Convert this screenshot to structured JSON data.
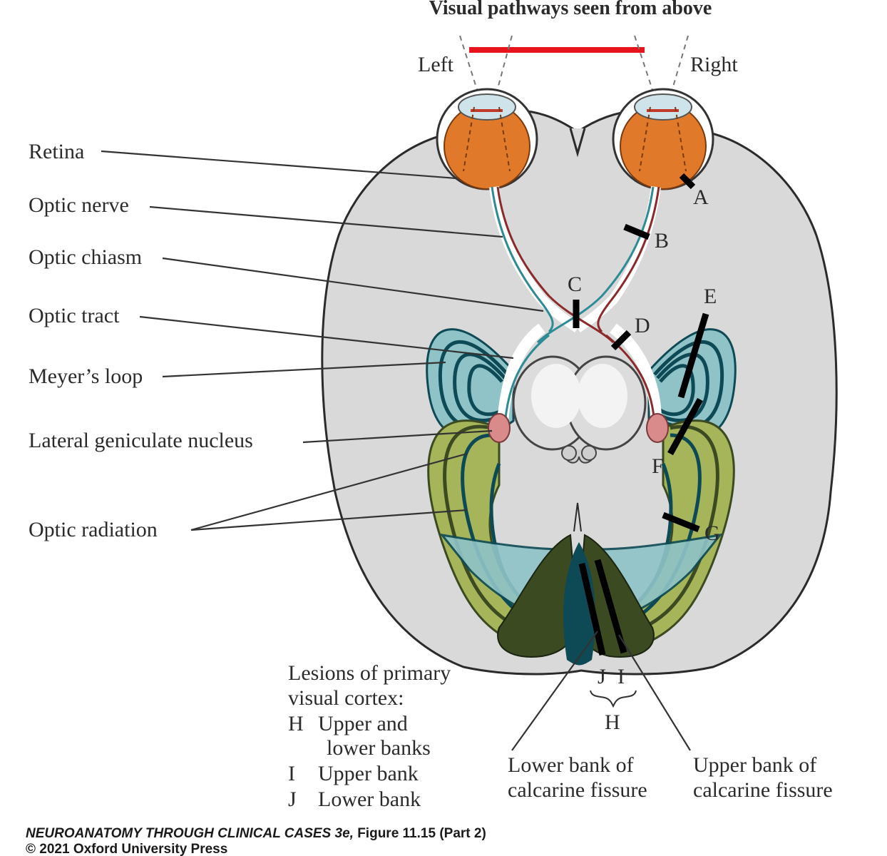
{
  "title": "Visual pathways seen from above",
  "sides": {
    "left": "Left",
    "right": "Right"
  },
  "labels": {
    "retina": "Retina",
    "optic_nerve": "Optic nerve",
    "optic_chiasm": "Optic chiasm",
    "optic_tract": "Optic tract",
    "meyers_loop": "Meyer’s loop",
    "lgn": "Lateral geniculate nucleus",
    "optic_radiation": "Optic radiation"
  },
  "lesion_letters": [
    "A",
    "B",
    "C",
    "D",
    "E",
    "F",
    "G",
    "H",
    "I",
    "J"
  ],
  "cortex_legend": {
    "heading_1": "Lesions of primary",
    "heading_2": "visual cortex:",
    "items": [
      {
        "key": "H",
        "text_1": "Upper and",
        "text_2": "lower banks"
      },
      {
        "key": "I",
        "text_1": "Upper bank"
      },
      {
        "key": "J",
        "text_1": "Lower bank"
      }
    ]
  },
  "fissure_labels": {
    "lower_1": "Lower bank of",
    "lower_2": "calcarine fissure",
    "upper_1": "Upper bank of",
    "upper_2": "calcarine fissure"
  },
  "credit": {
    "line1_title": "NEUROANATOMY THROUGH CLINICAL CASES 3e,",
    "line1_fig": " Figure 11.15 (Part 2)",
    "line2": "© 2021 Oxford University Press"
  },
  "colors": {
    "brain": "#d9d9d9",
    "eye": "#e07a2a",
    "meyer_loop": "#8fc3c8",
    "teal_dark": "#0d4a55",
    "radiation": "#a6b45a",
    "olive_dark": "#3c4a22",
    "lgn": "#d98a8a",
    "field_bar": "#e8141c",
    "lesion": "#000000"
  }
}
